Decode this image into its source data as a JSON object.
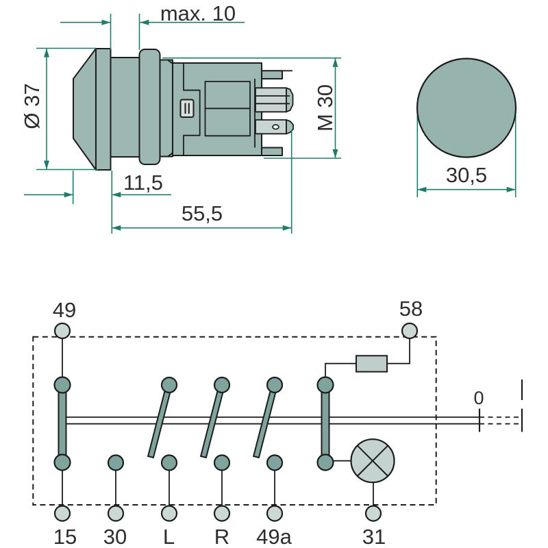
{
  "side_view": {
    "dim_panel_thickness": "max. 10",
    "dim_knob_diameter": "Ø 37",
    "dim_thread": "M 30",
    "dim_collar_depth": "11,5",
    "dim_overall_length": "55,5"
  },
  "front_view": {
    "dim_button_diameter": "30,5"
  },
  "schematic": {
    "terminal_49": "49",
    "terminal_58": "58",
    "position_0": "0",
    "bottom_terminals": [
      {
        "label": "15"
      },
      {
        "label": "30"
      },
      {
        "label": "L"
      },
      {
        "label": "R"
      },
      {
        "label": "49a"
      },
      {
        "label": "31"
      }
    ]
  },
  "colors": {
    "part_fill": "#9db7b2",
    "part_dark_fill": "#7fa49e",
    "terminal_light_fill": "#cbd8d4",
    "lamp_fill": "#c5d3d0",
    "resistor_fill": "#bfcecb",
    "blade_fill": "#c9d5d2",
    "blade_cap_fill": "#a9bfba",
    "outline": "#1c1c1c",
    "dimension_green": "#1e7d6a",
    "text": "#2d2d2d"
  }
}
